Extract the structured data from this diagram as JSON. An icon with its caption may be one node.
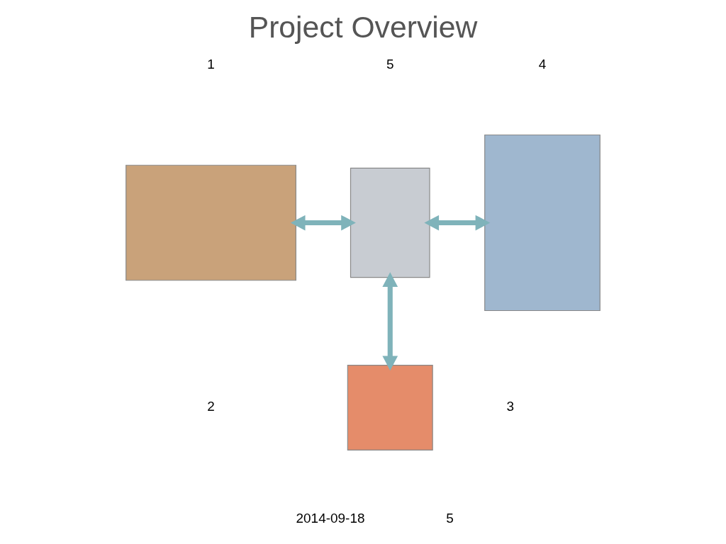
{
  "diagram": {
    "title": "Project Overview",
    "nodes": [
      {
        "text": [],
        "shape": "box"
      },
      {
        "text": [],
        "shape": "box"
      },
      {
        "text": [],
        "shape": "box"
      },
      {
        "text": [],
        "shape": "box"
      }
    ],
    "edges": [
      {
        "from": 0,
        "to": 1,
        "arrow": "both"
      },
      {
        "from": 1,
        "to": 2,
        "arrow": "both"
      },
      {
        "from": 1,
        "to": 3,
        "arrow": "both"
      }
    ],
    "labels": [
      "4",
      "5",
      "1",
      "2",
      "3",
      "2014-09-18",
      "5"
    ]
  }
}
